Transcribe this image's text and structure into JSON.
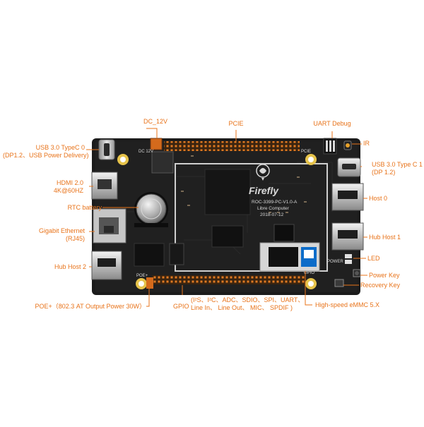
{
  "labels": {
    "dc12v": "DC_12V",
    "pcie": "PCIE",
    "uart_debug": "UART Debug",
    "ir": "IR",
    "usb30_typec0_line1": "USB 3.0 TypeC 0",
    "usb30_typec0_line2": "(DP1.2、USB Power Delivery)",
    "usb30_typec1_line1": "USB 3.0 Type C 1",
    "usb30_typec1_line2": "(DP 1.2)",
    "hdmi_line1": "HDMI 2.0",
    "hdmi_line2": "4K@60HZ",
    "rtc_battery": "RTC battery",
    "host0": "Host 0",
    "gigabit_line1": "Gigabit Ethernet",
    "gigabit_line2": "(RJ45)",
    "hub_host1": "Hub Host 1",
    "led": "LED",
    "hub_host2": "Hub Host 2",
    "power_key": "Power Key",
    "recovery_key": "Recovery Key",
    "poe": "POE+（802.3 AT Output Power 30W）",
    "gpio": "GPIO",
    "gpio_detail_line1": "(I²S、I²C、ADC、SDIO、SPI、UART、",
    "gpio_detail_line2": "Line In、 Line Out、 MIC、 SPDIF )",
    "emmc": "High-speed eMMC 5.X"
  },
  "silkscreen": {
    "brand": "Firefly",
    "model": "ROC-3399-PC-V1.0-A",
    "vendor": "Libre Computer",
    "date": "2018-07-12",
    "pcie_silk": "PCIE",
    "dc_silk": "DC 12V",
    "gpio_silk": "GPIO",
    "poe_silk": "POE+",
    "power_silk": "POWER"
  },
  "colors": {
    "accent": "#e8731a",
    "pcb": "#1b1b1b",
    "connector": "#c8c8c8",
    "header_pins": "#d46a1c"
  }
}
